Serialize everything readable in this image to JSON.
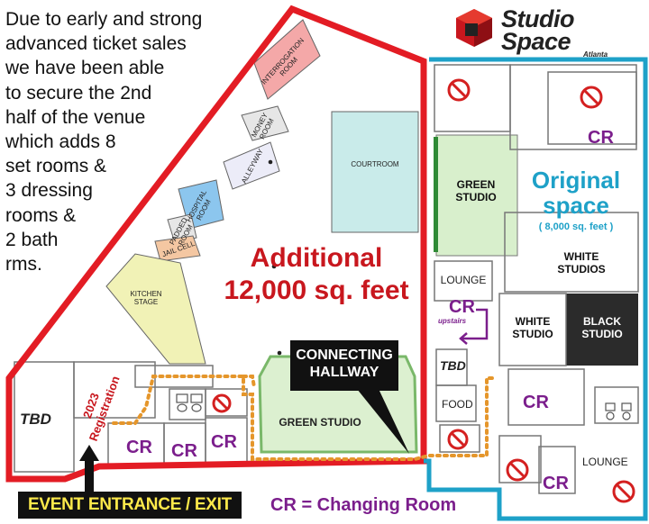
{
  "intro_lines": [
    "Due to early and strong",
    "advanced ticket sales",
    "we have been able",
    "to secure the 2nd",
    "half of the venue",
    "which adds 8",
    "set rooms &",
    "3 dressing",
    "rooms &",
    "2 bath",
    "rms."
  ],
  "logo": {
    "line1": "Studio",
    "line2": "Space",
    "line3": "Atlanta"
  },
  "colors": {
    "additional_border": "#e31c24",
    "original_border": "#1ea1c8",
    "changing_room": "#7b1e8c"
  },
  "additional": {
    "heading": "Additional",
    "size": "12,000 sq. feet",
    "rooms": {
      "interrogation": "INTERROGATION ROOM",
      "money": "MONEY ROOM",
      "alleyway": "ALLEYWAY",
      "hospital": "HOSPITAL ROOM",
      "padded": "PADDED ROOM",
      "jail": "JAIL CELL",
      "kitchen": "KITCHEN STAGE",
      "courtroom": "COURTROOM",
      "green_studio": "GREEN STUDIO",
      "tbd": "TBD",
      "registration": "2023 Registration"
    }
  },
  "original": {
    "heading": "Original space",
    "size": "( 8,000 sq. feet )",
    "rooms": {
      "green_studio": "GREEN STUDIO",
      "white_studios": "WHITE STUDIOS",
      "lounge_left": "LOUNGE",
      "cr_upstairs": "CR",
      "upstairs": "upstairs",
      "tbd": "TBD",
      "white_studio": "WHITE STUDIO",
      "black_studio": "BLACK STUDIO",
      "food": "FOOD",
      "lounge_bottom": "LOUNGE"
    }
  },
  "cr_label": "CR",
  "connecting_hallway": "CONNECTING HALLWAY",
  "entrance_label": "EVENT ENTRANCE / EXIT",
  "legend": "CR = Changing Room"
}
